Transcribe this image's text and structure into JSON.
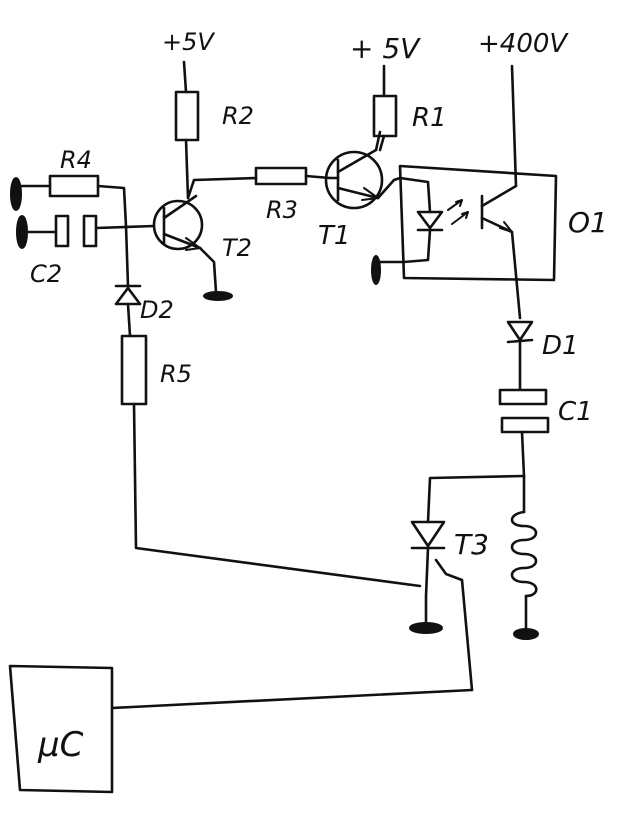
{
  "supplies": {
    "v5_left": "+5V",
    "v5_right": "+ 5V",
    "v400": "+400V"
  },
  "components": {
    "r1": "R1",
    "r2": "R2",
    "r3": "R3",
    "r4": "R4",
    "r5": "R5",
    "t1": "T1",
    "t2": "T2",
    "t3": "T3",
    "d1": "D1",
    "d2": "D2",
    "c1": "C1",
    "c2": "C2",
    "o1": "O1",
    "mc": "µC"
  }
}
